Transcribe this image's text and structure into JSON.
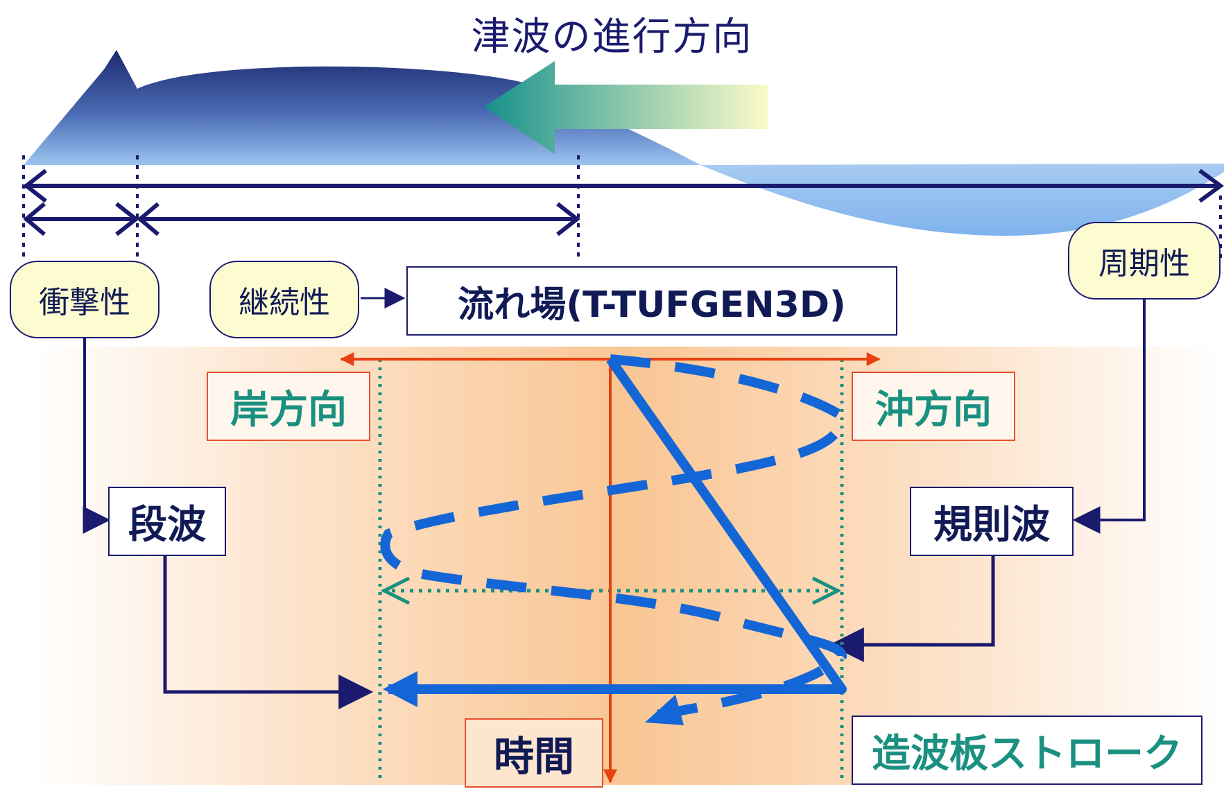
{
  "title": "津波の進行方向",
  "labels": {
    "impact": "衝撃性",
    "continuity": "継続性",
    "periodicity": "周期性",
    "flow_field": "流れ場(T-TUFGEN3D)",
    "shore_direction": "岸方向",
    "offshore_direction": "沖方向",
    "bore": "段波",
    "regular_wave": "規則波",
    "time": "時間",
    "stroke": "造波板ストローク"
  },
  "colors": {
    "navy": "#1a1a6e",
    "wave_dark": "#1c2a6e",
    "wave_light": "#9cc4f0",
    "arrow_teal": "#1a9080",
    "arrow_yellow": "#fcfbc8",
    "red": "#e84010",
    "blue_stroke": "#1466d6",
    "teal_dot": "#1a9080",
    "panel_peach": "#f9c896"
  }
}
